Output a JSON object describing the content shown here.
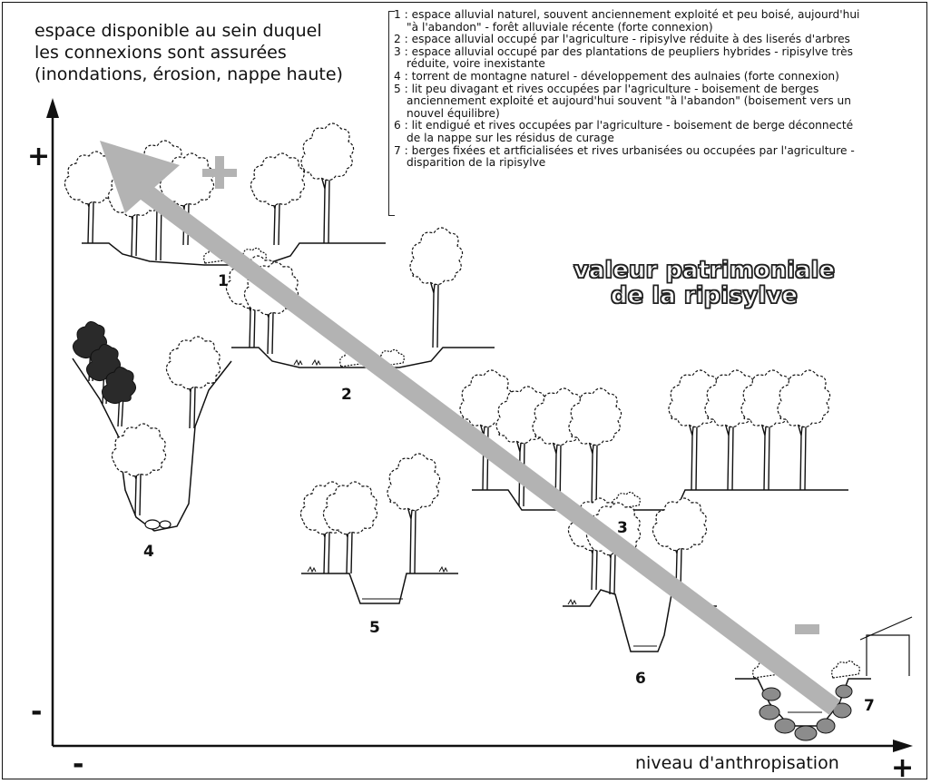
{
  "y_axis_label": [
    "espace disponible au sein duquel",
    "les connexions sont assurées",
    "(inondations, érosion, nappe haute)"
  ],
  "x_axis_label": "niveau d'anthropisation",
  "title": [
    "valeur patrimoniale",
    "de la ripisylve"
  ],
  "signs": {
    "y_plus": "+",
    "y_minus": "-",
    "x_minus": "-",
    "x_plus": "+",
    "arrow_plus": "+",
    "arrow_minus": "-"
  },
  "legend": [
    {
      "line1": "1 : espace alluvial naturel, souvent anciennement exploité et peu boisé, aujourd'hui",
      "line2": "\"à l'abandon\" - forêt alluviale récente (forte connexion)"
    },
    {
      "line1": "2 : espace alluvial occupé par l'agriculture - ripisylve réduite à des liserés d'arbres",
      "line2": ""
    },
    {
      "line1": "3 : espace alluvial occupé par des plantations de peupliers hybrides - ripisylve très",
      "line2": "réduite, voire inexistante"
    },
    {
      "line1": "4 : torrent de montagne naturel - développement des aulnaies (forte connexion)",
      "line2": ""
    },
    {
      "line1": "5 : lit peu divagant et rives occupées par l'agriculture - boisement de berges",
      "line2": "anciennement exploité et aujourd'hui souvent \"à l'abandon\" (boisement vers un",
      "line3": "nouvel équilibre)"
    },
    {
      "line1": "6 : lit endigué et rives occupées par l'agriculture - boisement de berge déconnecté",
      "line2": "de la nappe sur les résidus de curage"
    },
    {
      "line1": "7 : berges fixées et artficialisées et rives urbanisées ou occupées par l'agriculture -",
      "line2": "disparition de la ripisylve"
    }
  ],
  "sections": [
    "1",
    "2",
    "3",
    "4",
    "5",
    "6",
    "7"
  ],
  "colors": {
    "arrow": "#b3b3b3",
    "ink": "#111111",
    "dark_tree": "#2a2a2a"
  }
}
